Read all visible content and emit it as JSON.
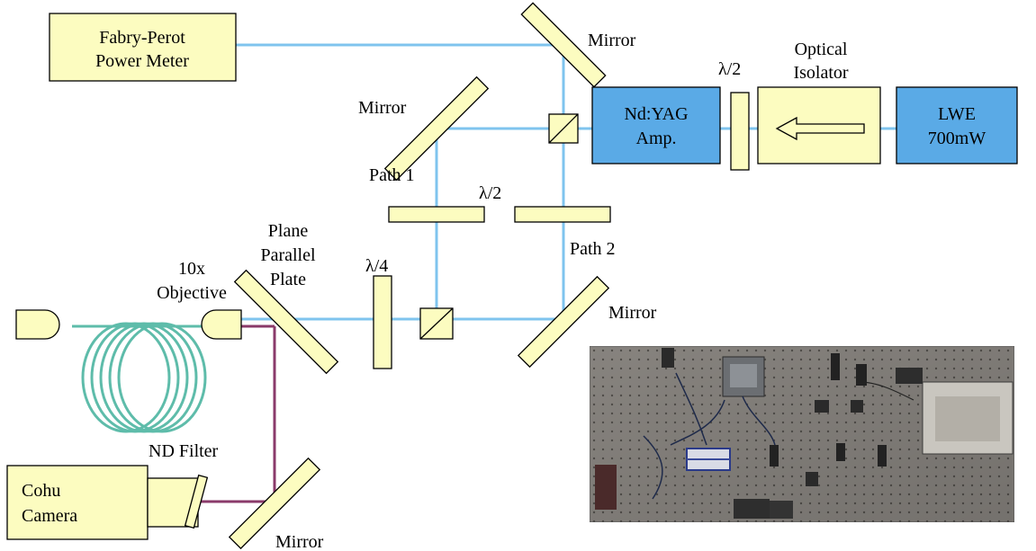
{
  "boxes": {
    "fabry_perot": [
      "Fabry-Perot",
      "Power Meter"
    ],
    "ndyag": [
      "Nd:YAG",
      "Amp."
    ],
    "lwe": [
      "LWE",
      "700mW"
    ],
    "cohu": [
      "Cohu",
      "Camera"
    ]
  },
  "labels": {
    "mirror_top": "Mirror",
    "mirror_upper_left": "Mirror",
    "mirror_right": "Mirror",
    "mirror_bottom": "Mirror",
    "half_wave_top": "λ/2",
    "half_wave_mid": "λ/2",
    "quarter_wave": "λ/4",
    "optical_isolator": [
      "Optical",
      "Isolator"
    ],
    "path1": "Path 1",
    "path2": "Path 2",
    "plane_parallel_plate": [
      "Plane",
      "Parallel",
      "Plate"
    ],
    "objective": [
      "10x",
      "Objective"
    ],
    "nd_filter": "ND Filter"
  },
  "colors": {
    "box_fill": "#fcfcc0",
    "blue_box": "#5aaae6",
    "beam_blue": "#7fc4ee",
    "beam_purple": "#8a3a6a",
    "fiber": "#5ebcaa"
  }
}
